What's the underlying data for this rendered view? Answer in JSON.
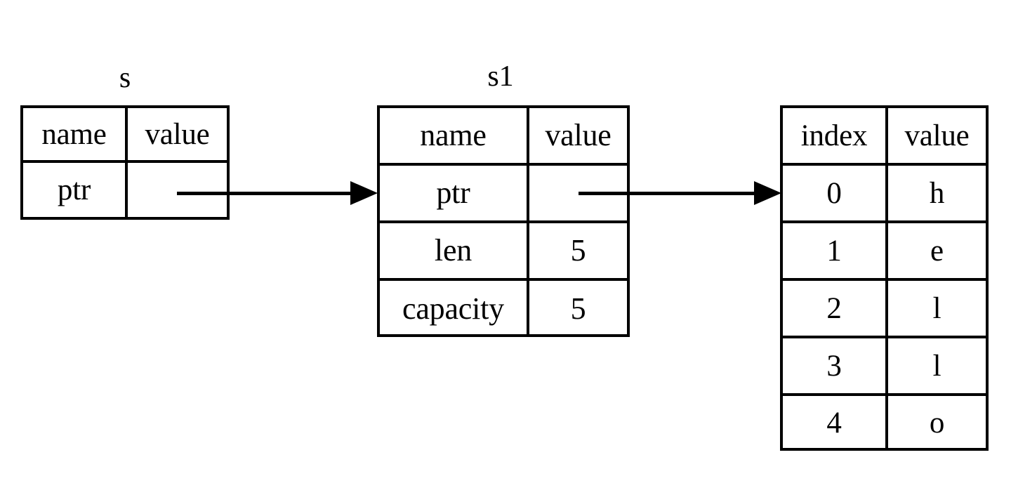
{
  "diagram": {
    "title_s": "s",
    "title_s1": "s1",
    "tables": {
      "s": {
        "headers": [
          "name",
          "value"
        ],
        "rows": [
          {
            "name": "ptr",
            "value": ""
          }
        ]
      },
      "s1": {
        "headers": [
          "name",
          "value"
        ],
        "rows": [
          {
            "name": "ptr",
            "value": ""
          },
          {
            "name": "len",
            "value": "5"
          },
          {
            "name": "capacity",
            "value": "5"
          }
        ]
      },
      "heap": {
        "headers": [
          "index",
          "value"
        ],
        "rows": [
          {
            "index": "0",
            "value": "h"
          },
          {
            "index": "1",
            "value": "e"
          },
          {
            "index": "2",
            "value": "l"
          },
          {
            "index": "3",
            "value": "l"
          },
          {
            "index": "4",
            "value": "o"
          }
        ]
      }
    },
    "arrows": [
      {
        "from": "s.ptr.value",
        "to": "s1"
      },
      {
        "from": "s1.ptr.value",
        "to": "heap"
      }
    ],
    "colors": {
      "background": "#ffffff",
      "line": "#000000",
      "text": "#000000"
    }
  }
}
